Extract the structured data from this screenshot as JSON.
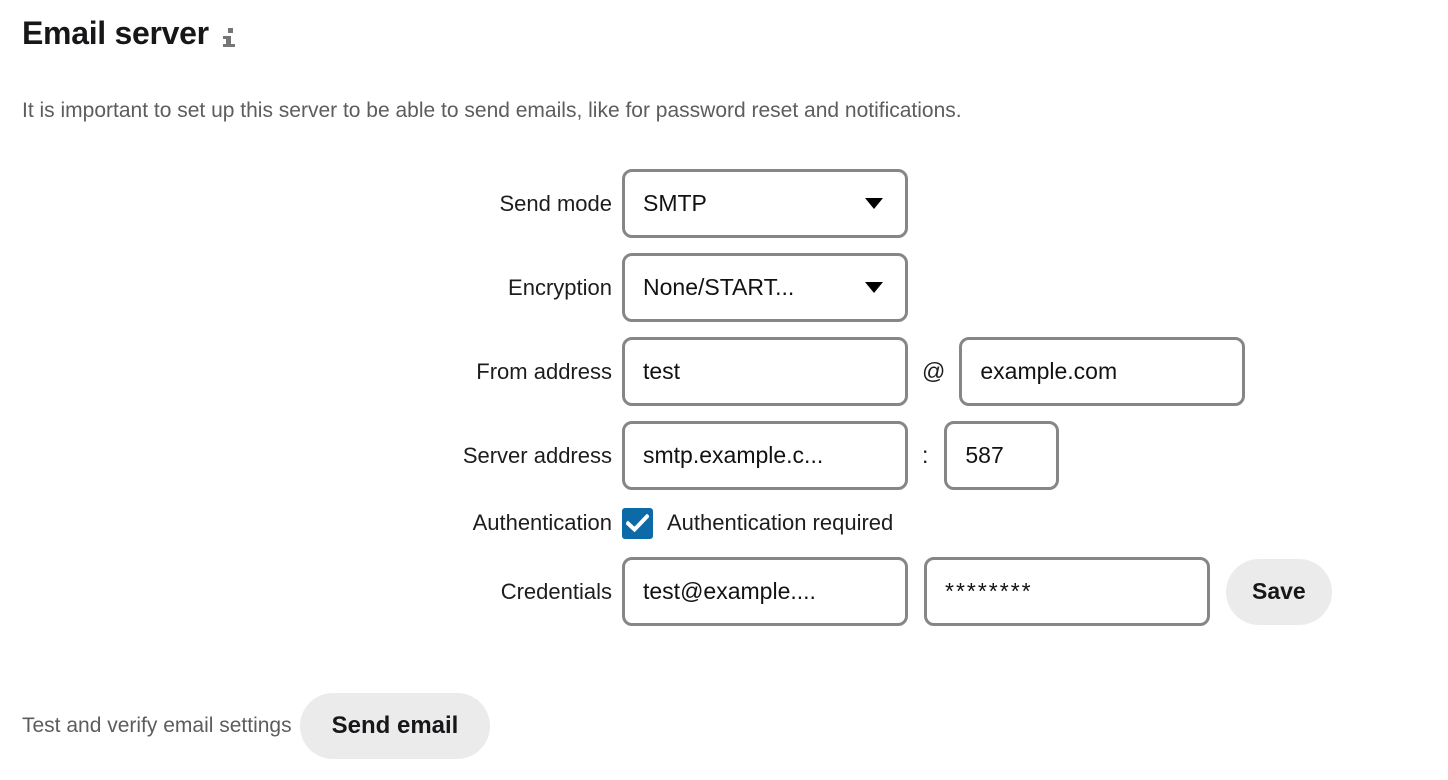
{
  "header": {
    "title": "Email server",
    "info_icon": "info-icon",
    "subtitle": "It is important to set up this server to be able to send emails, like for password reset and notifications."
  },
  "form": {
    "send_mode": {
      "label": "Send mode",
      "value": "SMTP"
    },
    "encryption": {
      "label": "Encryption",
      "value": "None/START..."
    },
    "from_address": {
      "label": "From address",
      "user": "test",
      "at": "@",
      "domain": "example.com"
    },
    "server_address": {
      "label": "Server address",
      "host": "smtp.example.c...",
      "colon": ":",
      "port": "587"
    },
    "authentication": {
      "label": "Authentication",
      "checkbox_label": "Authentication required",
      "checked": true
    },
    "credentials": {
      "label": "Credentials",
      "username": "test@example....",
      "password": "********",
      "save_label": "Save"
    }
  },
  "footer": {
    "test_label": "Test and verify email settings",
    "send_email_label": "Send email"
  },
  "colors": {
    "accent": "#0c6aa6",
    "field_border": "#868686",
    "button_bg": "#ebebeb",
    "muted_text": "#5d5d5d",
    "title_text": "#17171a"
  }
}
